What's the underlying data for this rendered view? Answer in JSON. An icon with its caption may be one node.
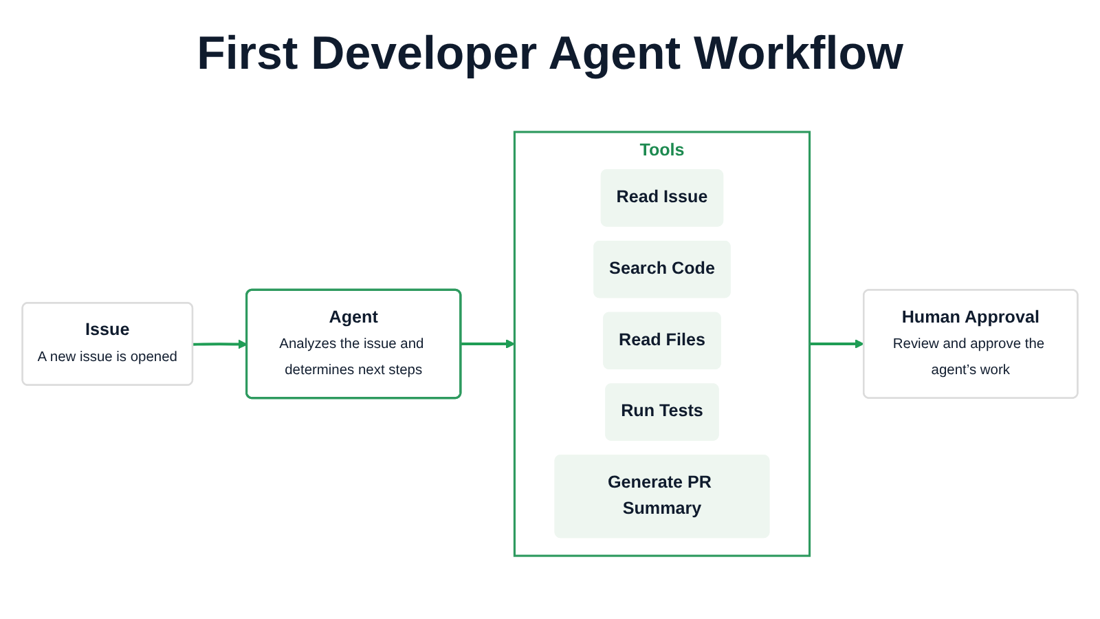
{
  "diagram": {
    "title": "First Developer Agent Workflow",
    "nodes": [
      {
        "text": [
          "Issue",
          "A new issue is opened"
        ]
      },
      {
        "text": [
          "Agent",
          "Analyzes the issue and determines next steps"
        ]
      },
      {
        "text": [
          "Tools"
        ]
      },
      {
        "text": [
          "Read Issue"
        ],
        "in": 2
      },
      {
        "text": [
          "Search Code"
        ],
        "in": 2
      },
      {
        "text": [
          "Read Files"
        ],
        "in": 2
      },
      {
        "text": [
          "Run Tests"
        ],
        "in": 2
      },
      {
        "text": [
          "Generate PR Summary"
        ],
        "in": 2
      },
      {
        "text": [
          "Human Approval",
          "Review and approve the agent’s work"
        ]
      }
    ],
    "edges": [
      {
        "from": 0,
        "to": 1,
        "arrow": "to"
      },
      {
        "from": 1,
        "to": 2,
        "arrow": "to"
      },
      {
        "from": 2,
        "to": 8,
        "arrow": "to"
      }
    ]
  }
}
